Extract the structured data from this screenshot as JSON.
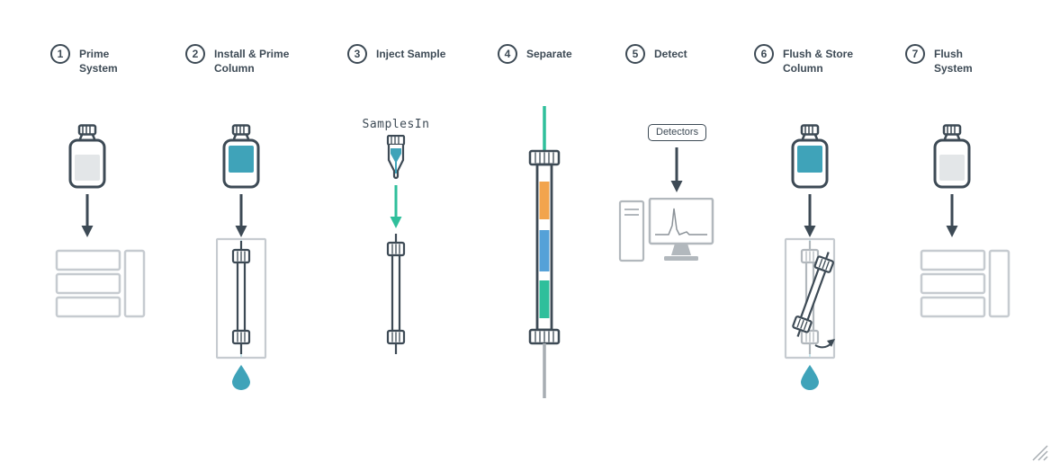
{
  "colors": {
    "dark": "#3d4a55",
    "teal": "#3fa3b9",
    "teal_light": "#b7dde5",
    "green": "#2fbf9b",
    "orange": "#f2a44d",
    "blue": "#55a1d8",
    "lightgray": "#c6cbd0",
    "bottle_gray": "#e3e6e8",
    "device_gray": "#b2b8bd",
    "chart_line": "#8b9298",
    "flow_gray": "#a7adb2",
    "grip": "#a9afb4"
  },
  "steps": [
    {
      "number": "1",
      "title": "Prime System"
    },
    {
      "number": "2",
      "title": "Install & Prime Column"
    },
    {
      "number": "3",
      "title": "Inject Sample"
    },
    {
      "number": "4",
      "title": "Separate"
    },
    {
      "number": "5",
      "title": "Detect"
    },
    {
      "number": "6",
      "title": "Flush & Store Column"
    },
    {
      "number": "7",
      "title": "Flush System"
    }
  ],
  "labels": {
    "samples_in": "SamplesIn",
    "detectors": "Detectors"
  },
  "icons": [
    "solvent-bottle-icon",
    "arrow-down-icon",
    "pump-system-icon",
    "column-icon",
    "drop-icon",
    "sample-vial-icon",
    "separation-column-icon",
    "detector-computer-icon",
    "tilted-column-icon",
    "curved-arrow-icon",
    "resize-grip-icon"
  ]
}
